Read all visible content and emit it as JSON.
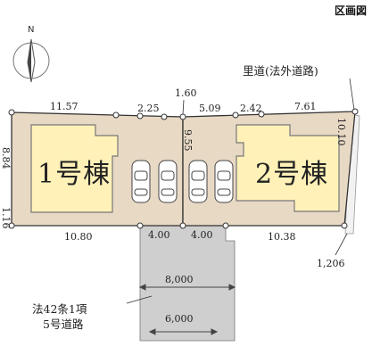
{
  "badge": "区画図",
  "compass": {
    "label": "N"
  },
  "buildings": {
    "b1": "1号棟",
    "b2": "2号棟"
  },
  "roads": {
    "satomichi": "里道(法外道路)",
    "public_line1": "法42条1項",
    "public_line2": "5号道路"
  },
  "dims": {
    "top1": "11.57",
    "top2": "2.25",
    "top3": "1.60",
    "top4": "5.09",
    "top5": "2.42",
    "top6": "7.61",
    "right": "10.10",
    "mid": "9.55",
    "left1": "8.84",
    "left2": "1.16",
    "bot1": "10.80",
    "bot2": "4.00",
    "bot3": "4.00",
    "bot4": "10.38",
    "corner": "1,206",
    "road_w1": "8,000",
    "road_w2": "6,000"
  },
  "colors": {
    "lot": "#e8d9c5",
    "building": "#fff1b8",
    "road": "#cfcfcf",
    "line": "#333333"
  }
}
